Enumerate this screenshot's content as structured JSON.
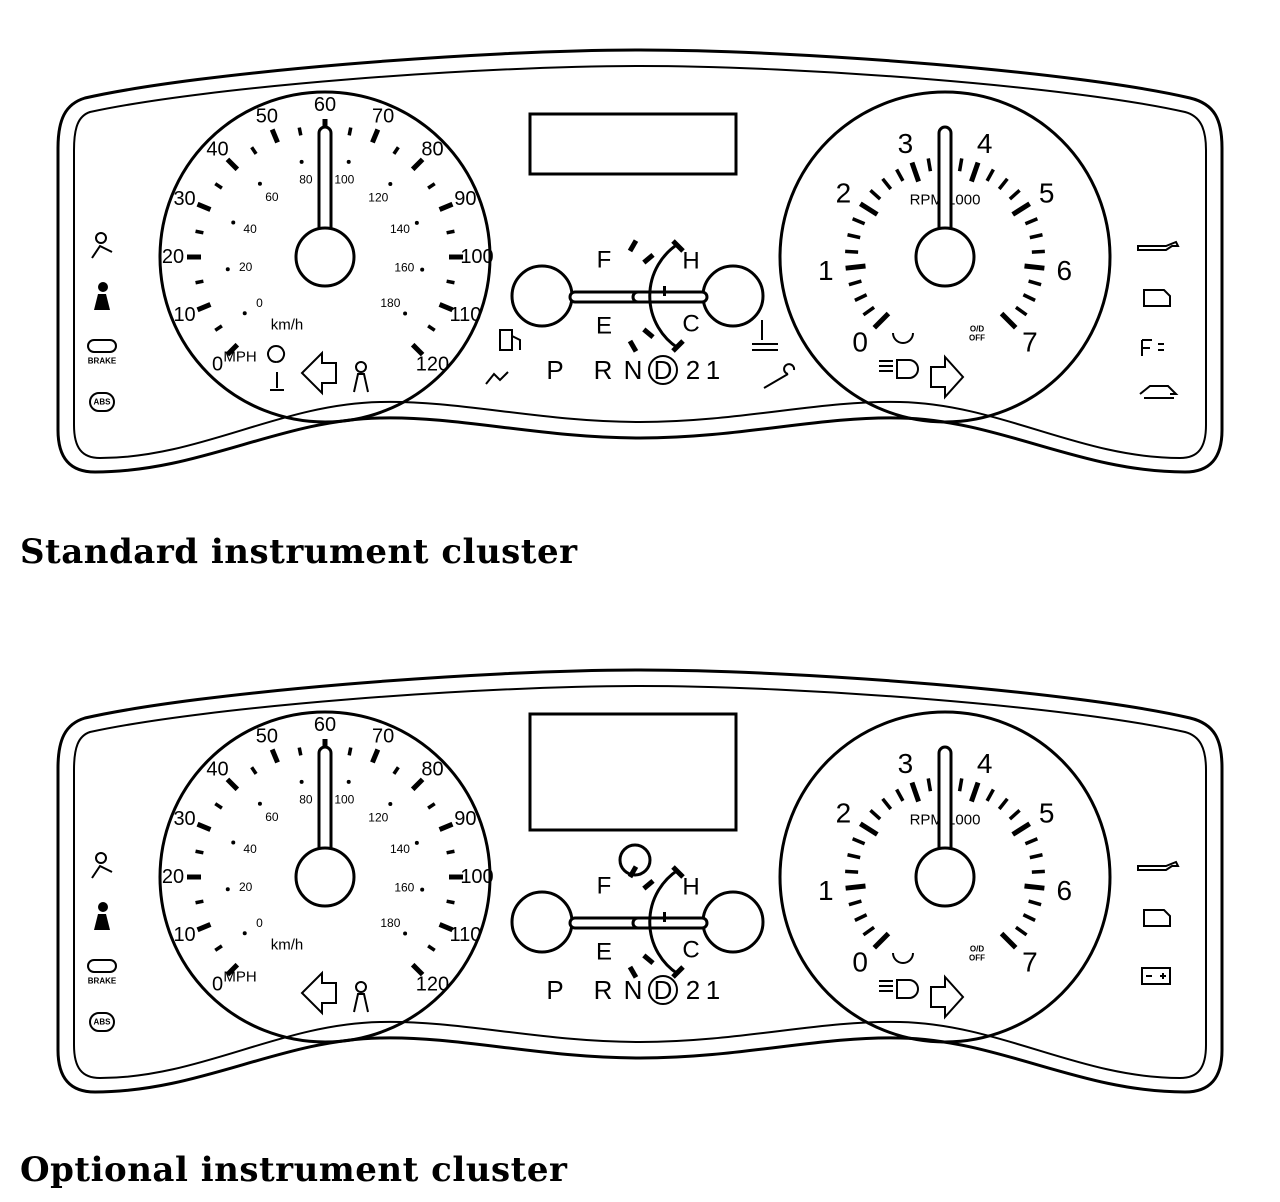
{
  "clusters": [
    {
      "id": "standard",
      "caption": "Standard instrument cluster",
      "speedometer": {
        "mph_ticks": [
          "0",
          "10",
          "20",
          "30",
          "40",
          "50",
          "60",
          "70",
          "80",
          "90",
          "100",
          "110",
          "120"
        ],
        "kmh_ticks": [
          "0",
          "20",
          "40",
          "60",
          "80",
          "100",
          "120",
          "140",
          "160",
          "180"
        ],
        "unit_mph": "MPH",
        "unit_kmh": "km/h"
      },
      "tachometer": {
        "ticks": [
          "0",
          "1",
          "2",
          "3",
          "4",
          "5",
          "6",
          "7"
        ],
        "unit": "RPM 1000",
        "od_off": [
          "O/D",
          "OFF"
        ]
      },
      "fuel_gauge": {
        "full": "F",
        "empty": "E"
      },
      "temp_gauge": {
        "hot": "H",
        "cold": "C"
      },
      "gear_selector": [
        "P",
        "R",
        "N",
        "D",
        "2",
        "1"
      ],
      "brake_label": "BRAKE",
      "abs_label": "ABS",
      "left_icons": [
        "airbag-icon",
        "seatbelt-icon",
        "brake-icon",
        "abs-icon"
      ],
      "right_icons": [
        "oil-pressure-icon",
        "check-engine-icon",
        "fuel-filter-icon",
        "door-ajar-icon"
      ],
      "extra_icons": [
        "low-fuel-icon",
        "coolant-icon",
        "wrench-icon",
        "overdrive-icon"
      ],
      "has_trip_button": false
    },
    {
      "id": "optional",
      "caption": "Optional instrument cluster",
      "speedometer": {
        "mph_ticks": [
          "0",
          "10",
          "20",
          "30",
          "40",
          "50",
          "60",
          "70",
          "80",
          "90",
          "100",
          "110",
          "120"
        ],
        "kmh_ticks": [
          "0",
          "20",
          "40",
          "60",
          "80",
          "100",
          "120",
          "140",
          "160",
          "180"
        ],
        "unit_mph": "MPH",
        "unit_kmh": "km/h"
      },
      "tachometer": {
        "ticks": [
          "0",
          "1",
          "2",
          "3",
          "4",
          "5",
          "6",
          "7"
        ],
        "unit": "RPM 1000",
        "od_off": [
          "O/D",
          "OFF"
        ]
      },
      "fuel_gauge": {
        "full": "F",
        "empty": "E"
      },
      "temp_gauge": {
        "hot": "H",
        "cold": "C"
      },
      "gear_selector": [
        "P",
        "R",
        "N",
        "D",
        "2",
        "1"
      ],
      "brake_label": "BRAKE",
      "abs_label": "ABS",
      "left_icons": [
        "airbag-icon",
        "seatbelt-icon",
        "brake-icon",
        "abs-icon"
      ],
      "right_icons": [
        "oil-pressure-icon",
        "check-engine-icon",
        "battery-icon"
      ],
      "extra_icons": [],
      "has_trip_button": true
    }
  ]
}
